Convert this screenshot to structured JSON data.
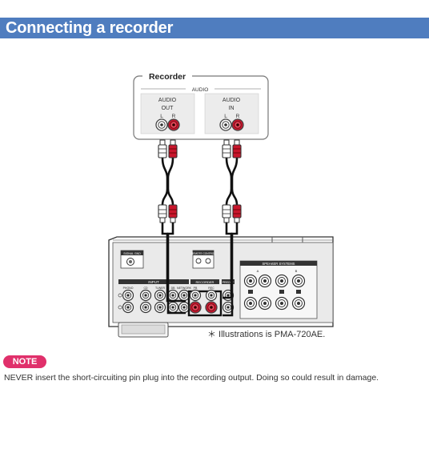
{
  "header": {
    "title": "Connecting a recorder"
  },
  "recorder": {
    "name": "Recorder",
    "group_label": "AUDIO",
    "out": {
      "label_top": "AUDIO",
      "label_bottom": "OUT",
      "left": "L",
      "right": "R"
    },
    "in": {
      "label_top": "AUDIO",
      "label_bottom": "IN",
      "left": "L",
      "right": "R"
    }
  },
  "amp_panel": {
    "signal_gnd": "SIGNAL GND",
    "remote_control": "REMOTE CONTROL",
    "input_group": "INPUT",
    "inputs": [
      "PHONO",
      "CD",
      "TUNER",
      "DB",
      "NETWORK"
    ],
    "recorder_group": "RECORDER",
    "recorder_ports": [
      "PB",
      "REC"
    ],
    "preout": "PREOUT",
    "speaker_systems": "SPEAKER SYSTEMS",
    "speaker_a": "A",
    "speaker_b": "B"
  },
  "footnote": "＊  Illustrations is PMA-720AE.",
  "note": {
    "badge": "NOTE",
    "text": "NEVER insert the short-circuiting pin plug into the recording output. Doing so could result in damage."
  },
  "colors": {
    "header": "#4f7dbf",
    "note_badge": "#e0306b",
    "plug_red": "#c8162c",
    "panel_bg": "#e9e9e9"
  }
}
